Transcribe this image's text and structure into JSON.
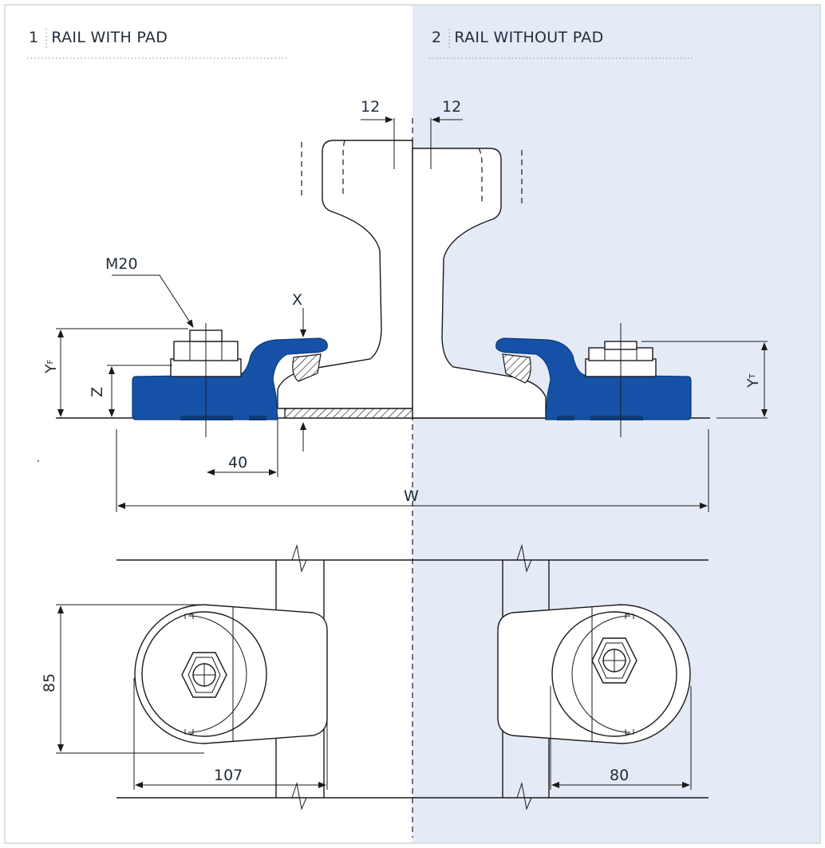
{
  "sections": [
    {
      "number": "1",
      "title": "RAIL WITH PAD"
    },
    {
      "number": "2",
      "title": "RAIL WITHOUT PAD"
    }
  ],
  "dimensions": {
    "offset_left": "12",
    "offset_right": "12",
    "bolt": "M20",
    "x_label": "X",
    "yf_main": "Y",
    "yf_sub": "F",
    "z_label": "Z",
    "yt_main": "Y",
    "yt_sub": "T",
    "spacing_40": "40",
    "width_w": "W",
    "height_85": "85",
    "length_107": "107",
    "length_80": "80"
  },
  "colors": {
    "clamp_blue": "#1551a7",
    "panel_tint": "#e4eaf6",
    "frame": "#c9cdd2"
  }
}
